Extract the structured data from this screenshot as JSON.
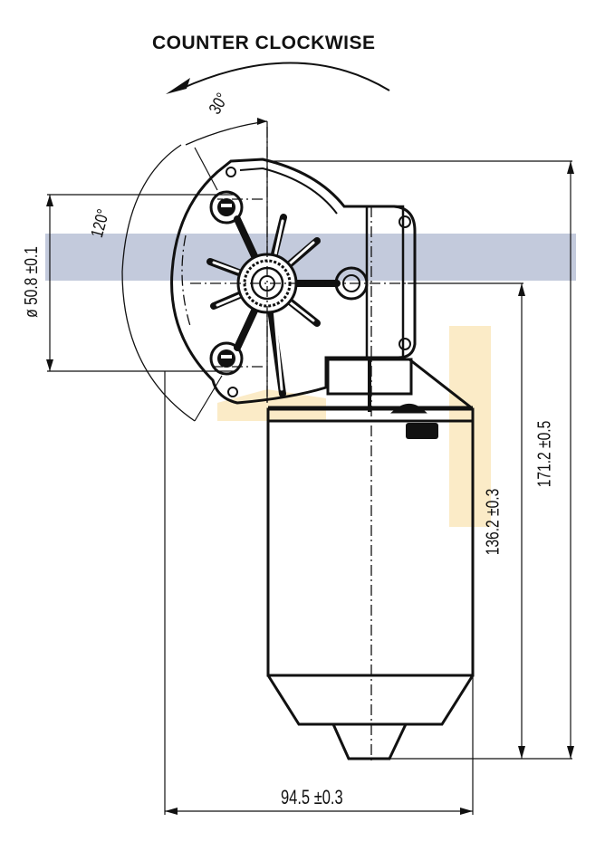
{
  "title": "COUNTER CLOCKWISE",
  "dimensions": {
    "width": "94.5 ±0.3",
    "mount_diameter": "ø 50.8 ±0.1",
    "shaft_to_bottom": "136.2 ±0.3",
    "overall_height": "171.2 ±0.5"
  },
  "angles": {
    "small": "30°",
    "large": "120°"
  },
  "colors": {
    "line": "#111111",
    "blue_band": "#b9c2d6",
    "yellow_band": "#fbeac4"
  }
}
